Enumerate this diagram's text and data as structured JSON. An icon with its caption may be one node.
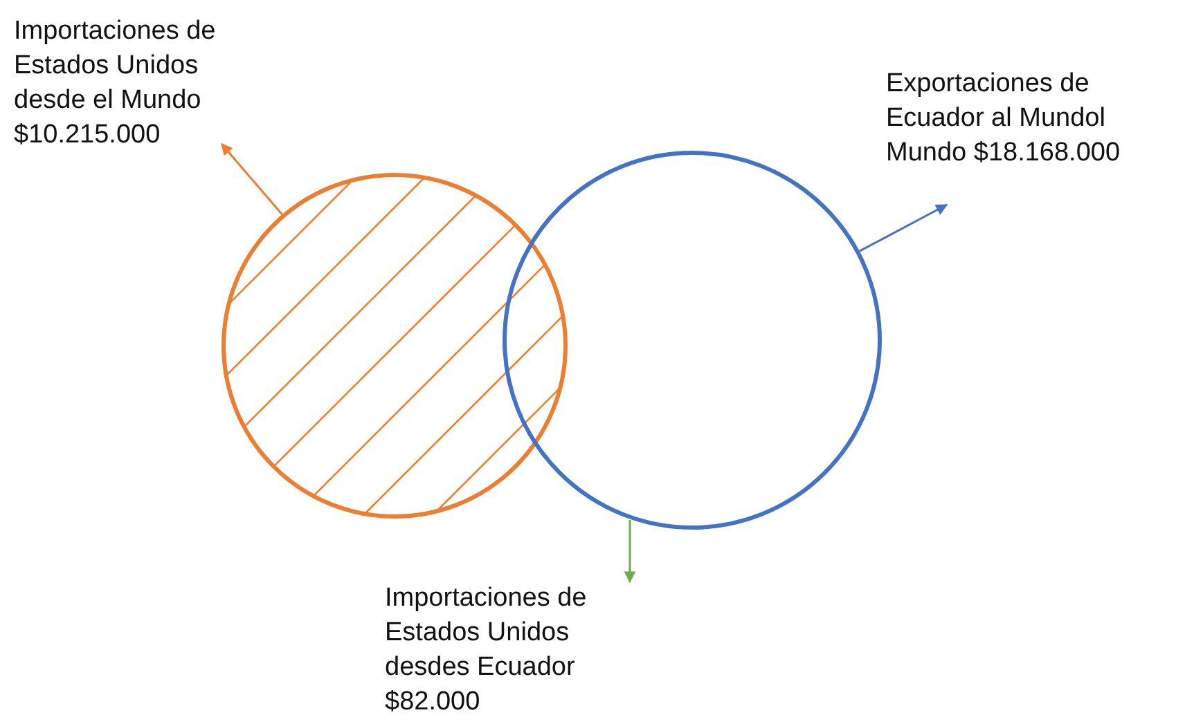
{
  "diagram": {
    "nodes": [
      {
        "text": [],
        "shape": "circle"
      },
      {
        "text": [],
        "shape": "circle"
      },
      {
        "text": [
          "Importaciones de Estados Unidos desde el Mundo $10.215.000"
        ]
      },
      {
        "text": [
          "Exportaciones de Ecuador al Mundol Mundo $18.168.000"
        ]
      },
      {
        "text": [
          "Importaciones de Estados Unidos desdes Ecuador $82.000"
        ]
      }
    ],
    "edges": [
      {
        "from": 0,
        "to": 2,
        "arrow": "to",
        "color": "#ed7d31"
      },
      {
        "from": 1,
        "to": 3,
        "arrow": "to",
        "color": "#4472c4"
      },
      {
        "from": 1,
        "to": 4,
        "arrow": "to",
        "color": "#70ad47"
      }
    ]
  }
}
